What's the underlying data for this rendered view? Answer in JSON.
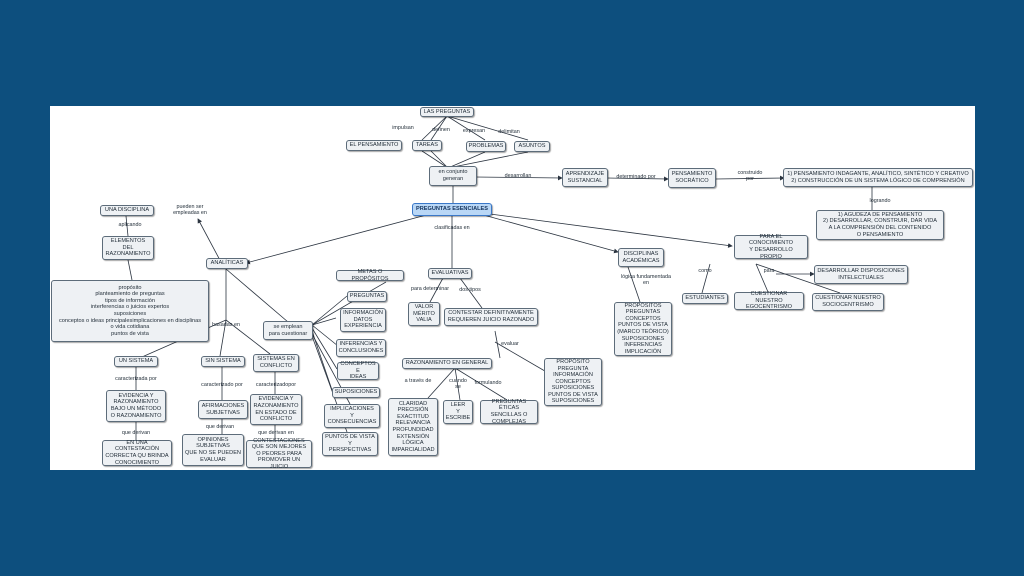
{
  "nodes": {
    "las_preguntas": "LAS PREGUNTAS",
    "el_pensamiento": "EL PENSAMIENTO",
    "tareas": "TAREAS",
    "problemas": "PROBLEMAS",
    "asuntos": "ASUNTOS",
    "en_conjunto": "en conjunto\ngeneran",
    "aprendizaje": "APRENDIZAJE\nSUSTANCIAL",
    "pensamiento_socratico": "PENSAMIENTO\nSOCRÁTICO",
    "pensamiento_indagante": "1) PENSAMIENTO INDAGANTE, ANALÍTICO, SINTÉTICO Y CREATIVO\n2) CONSTRUCCIÓN DE UN SISTEMA LÓGICO DE COMPRENSIÓN",
    "agudeza": "1) AGUDEZA DE PENSAMIENTO\n2) DESARROLLAR, CONSTRUIR, DAR VIDA\nA LA COMPRENSIÓN DEL CONTENIDO\nO PENSAMIENTO",
    "preguntas_esenciales": "PREGUNTAS ESENCIALES",
    "una_disciplina": "UNA DISCIPLINA",
    "elementos_razonamiento": "ELEMENTOS\nDEL\nRAZONAMIENTO",
    "proposito_lista": "propósito\nplanteamiento de preguntas\ntipos de información\ninterferencias o juicios expertos\nsuposiciones\nconceptos o ideas principalesimplicaciones en disciplinas\no vida cotidiana\npuntos de vista",
    "analiticas": "ANALÍTICAS",
    "metas": "METAS O PROPÓSITOS",
    "preguntas": "PREGUNTAS",
    "informacion_datos": "INFORMACIÓN\nDATOS\nEXPERIENCIA",
    "se_emplean": "se emplean\npara cuestionar",
    "inferencias": "INFERENCIAS Y\nCONCLUSIONES",
    "conceptos_ideas": "CONCEPTOS E\nIDEAS",
    "suposiciones": "SUPOSICIONES",
    "implicaciones": "IMPLICACIONES\nY\nCONSECUENCIAS",
    "puntos_vista": "PUNTOS DE VISTA\nY\nPERSPECTIVAS",
    "un_sistema": "UN SISTEMA",
    "sin_sistema": "SIN SISTEMA",
    "sistemas_conflicto": "SISTEMAS EN\nCONFLICTO",
    "evidencia_metodo": "EVIDENCIA Y\nRAZONAMIENTO\nBAJO UN MÉTODO\nO RAZONAMIENTO",
    "afirmaciones": "AFIRMACIONES\nSUBJETIVAS",
    "evidencia_conflicto": "EVIDENCIA Y\nRAZONAMIENTO\nEN ESTADO DE\nCONFLICTO",
    "contestacion_correcta": "EN UNA CONTESTACIÓN\nCORRECTA QU BRINDA\nCONOCIMIENTO",
    "opiniones": "OPINIONES\nSUBJETIVAS\nQUE NO SE PUEDEN\nEVALUAR",
    "contestaciones_mejores": "CONTESTACIONES\nQUE SON MEJORES\nO PEORES PARA\nPROMOVER UN JUICIO",
    "evaluativas": "EVALUATIVAS",
    "valor": "VALOR\nMÉRITO\nVALIA",
    "contestar": "CONTESTAR DEFINITIVAMENTE\nREQUIEREN JUICIO RAZONADO",
    "razonamiento_general": "RAZONAMIENTO EN GENERAL",
    "claridad": "CLARIDAD\nPRECISIÓN\nEXACTITUD\nRELEVANCIA\nPROFUNDIDAD\nEXTENSIÓN\nLÓGICA\nIMPARCIALIDAD",
    "leer": "LEER\nY\nESCRIBE",
    "preguntas_eticas": "PREGUNTAS ÉTICAS\nSENCILLAS O\nCOMPLEJAS",
    "proposito_evaluar": "PROPÓSITO\nPREGUNTA\nINFORMACIÓN\nCONCEPTOS\nSUPOSICIONES\nPUNTOS DE VISTA\nSUPOSICIONES",
    "disciplinas": "DISCIPLINAS\nACADÉMICAS",
    "propositos_lista": "PROPÓSITOS\nPREGUNTAS\nCONCEPTOS\nPUNTOS DE VISTA\n(MARCO TEÓRICO)\nSUPOSICIONES\nINFERENCIAS\nIMPLICACIÓN",
    "para_conocimiento": "PARA EL CONOCIMIENTO\nY DESARROLLO\nPROPIO",
    "estudiantes": "ESTUDIANTES",
    "egocentrismo": "CUESTIONAR NUESTRO\nEGOCENTRISMO",
    "sociocentrismo": "CUESTIONAR NUESTRO\nSOCIOCENTRISMO",
    "disposiciones": "DESARROLLAR DISPOSICIONES\nINTELECTUALES"
  },
  "labels": {
    "impulsan": "impulsan",
    "definen": "definen",
    "expresan": "expresan",
    "delimitan": "delimitan",
    "desarrollan": "desarrollan",
    "determinado_por": "determinado por",
    "construido_por": "construido\npor",
    "logrando": "logrando",
    "clasificadas_en": "clasificadas en",
    "pueden_ser": "pueden ser\nempleadas en",
    "aplicando": "aplicando",
    "basadas_en": "basadas en",
    "caracterizada_por": "caracterizada por",
    "caracterizado_por": "caracterizado por",
    "caracterizadopor": "caracterizadopor",
    "que_derivan_1": "que derivan",
    "que_derivan_2": "que derivan",
    "que_derivan_en": "que derivan en",
    "para_determinar": "para determinar",
    "dos_tipos": "dos tipos",
    "evaluar": "evaluar",
    "a_traves_de": "a través de",
    "cuando_se": "cuando\nse",
    "formulando": "formulando",
    "logica_fundamentada": "lógica fundamentada\nen",
    "como": "como",
    "para": "para"
  }
}
